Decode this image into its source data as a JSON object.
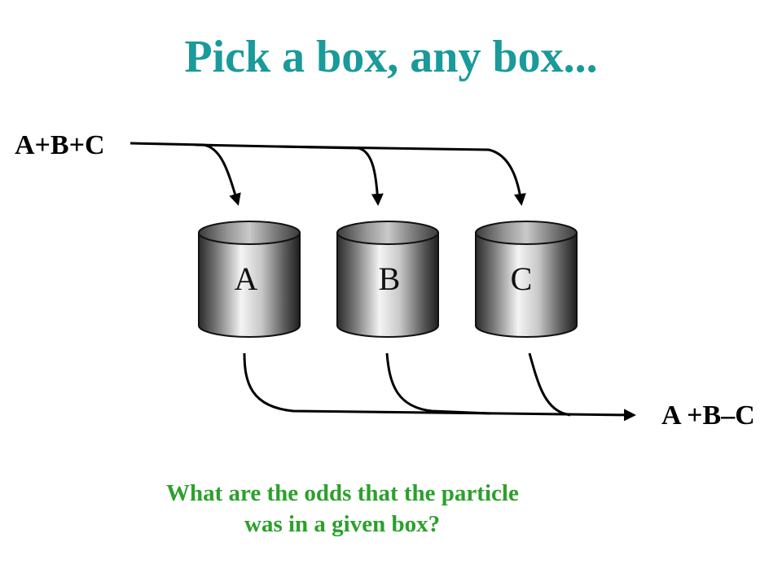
{
  "title": "Pick a box, any box...",
  "input_label": "A+B+C",
  "output_label": "A +B–C",
  "boxes": [
    {
      "label": "A"
    },
    {
      "label": "B"
    },
    {
      "label": "C"
    }
  ],
  "question": {
    "line1": "What are the odds that the particle",
    "line2": "was in a given box?"
  },
  "colors": {
    "title": "#1a9a9a",
    "question": "#2ca02c"
  }
}
